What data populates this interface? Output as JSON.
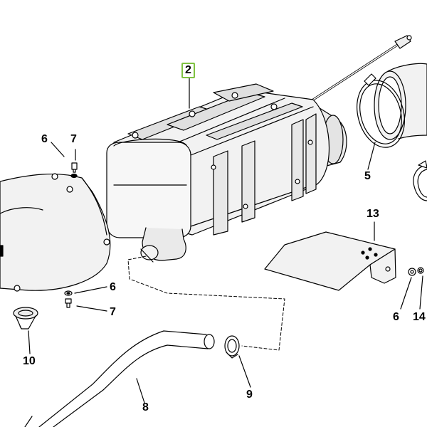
{
  "diagram": {
    "highlight_color": "#7fc241",
    "line_color": "#000000",
    "fill_color": "#f2f2f2",
    "callouts": {
      "c2": "2",
      "c5": "5",
      "c6a": "6",
      "c6b": "6",
      "c6c": "6",
      "c7a": "7",
      "c7b": "7",
      "c8": "8",
      "c9": "9",
      "c10": "10",
      "c13": "13",
      "c14": "14"
    }
  }
}
